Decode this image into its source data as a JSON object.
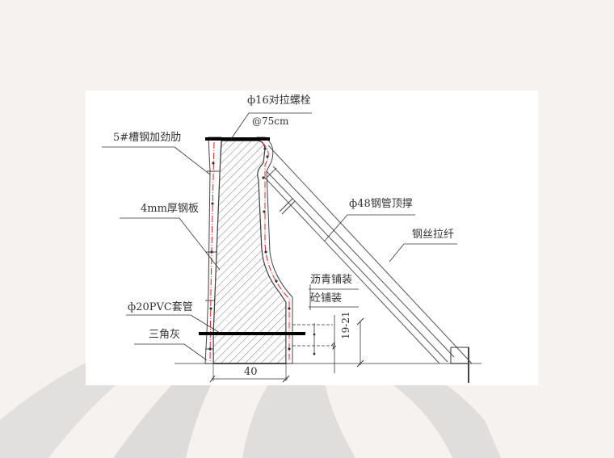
{
  "drawing": {
    "title": "Guardrail cross-section formwork detail",
    "labels": {
      "bolt": "ф16对拉螺栓",
      "bolt_spacing": "@75cm",
      "channel_stiffener": "5#槽钢加劲肋",
      "steel_plate": "4mm厚钢板",
      "steel_pipe_brace": "ф48钢管顶撑",
      "wire_guy": "钢丝拉纤",
      "asphalt_paving": "沥青铺装",
      "concrete_paving": "砼铺装",
      "pvc_sleeve": "ф20PVC套管",
      "triangle_fill": "三角灰",
      "base_width": "40",
      "paving_thickness": "19-21"
    }
  },
  "colors": {
    "page_bg": "#f5f2ef",
    "panel_bg": "#ffffff",
    "swoosh": "#dcdcdc",
    "line": "#333333",
    "rebar": "#e02020",
    "ground": "#999999"
  }
}
